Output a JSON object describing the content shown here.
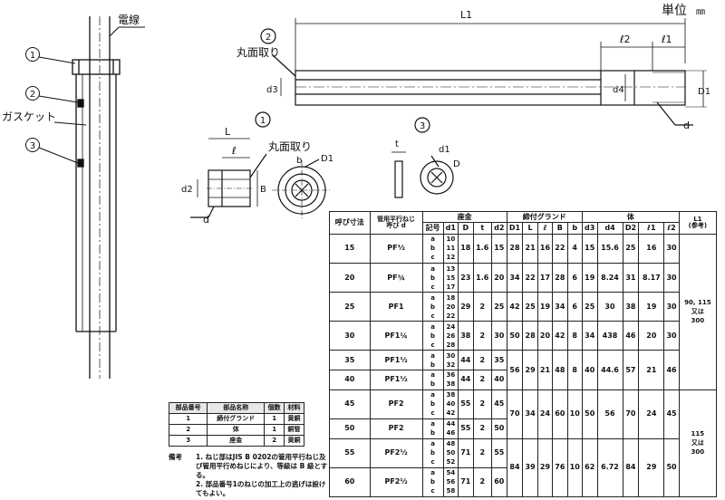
{
  "header": {
    "unit_label": "単位",
    "unit_value": "㎜"
  },
  "callouts": {
    "wire": "電線",
    "gasket": "ガスケット",
    "chamfer": "丸面取り",
    "c1": "1",
    "c2": "2",
    "c3": "3"
  },
  "dims": {
    "L1": "L1",
    "l2": "ℓ2",
    "l1": "ℓ1",
    "d3": "d3",
    "d4": "d4",
    "D1": "D1",
    "d": "d",
    "L": "L",
    "l": "ℓ",
    "d2": "d2",
    "B": "B",
    "b": "b",
    "t": "t",
    "D": "D",
    "di": "d1"
  },
  "spec_table": {
    "headers": {
      "nominal": "呼び寸法",
      "pipe_thread": "管用平行ねじ",
      "pipe_thread_sub": "呼び d",
      "packing": "座金",
      "gland": "締付グランド",
      "body": "体",
      "mark": "記号",
      "d1": "d1",
      "D": "D",
      "t": "t",
      "d2": "d2",
      "D1": "D1",
      "L": "L",
      "l": "ℓ",
      "B": "B",
      "b": "b",
      "d3": "d3",
      "d4": "d4",
      "D2": "D2",
      "l1": "ℓ1",
      "l2": "ℓ2",
      "L1": "L1",
      "L1_sub": "(参考)"
    },
    "rows": [
      {
        "size": "15",
        "thread": "PF½",
        "marks": "a\nb\nc",
        "d1": "10\n11\n12",
        "D": "18",
        "t": "1.6",
        "d2": "15",
        "D1": "28",
        "L": "21",
        "l": "16",
        "B": "22",
        "b": "4",
        "d3": "15",
        "d4": "15.6",
        "D2": "25",
        "l1": "16",
        "l2": "30"
      },
      {
        "size": "20",
        "thread": "PF¾",
        "marks": "a\nb\nc",
        "d1": "13\n15\n17",
        "D": "23",
        "t": "1.6",
        "d2": "20",
        "D1": "34",
        "L": "22",
        "l": "17",
        "B": "28",
        "b": "6",
        "d3": "19",
        "d4": "8.24",
        "D2": "31",
        "l1": "8.17",
        "l2": "30"
      },
      {
        "size": "25",
        "thread": "PF1",
        "marks": "a\nb\nc",
        "d1": "18\n20\n22",
        "D": "29",
        "t": "2",
        "d2": "25",
        "D1": "42",
        "L": "25",
        "l": "19",
        "B": "34",
        "b": "6",
        "d3": "25",
        "d4": "30",
        "D2": "38",
        "l1": "19",
        "l2": "30"
      },
      {
        "size": "30",
        "thread": "PF1¼",
        "marks": "a\nb\nc",
        "d1": "24\n26\n28",
        "D": "38",
        "t": "2",
        "d2": "30",
        "D1": "50",
        "L": "28",
        "l": "20",
        "B": "42",
        "b": "8",
        "d3": "34",
        "d4": "438",
        "D2": "46",
        "l1": "20",
        "l2": "30"
      },
      {
        "size": "35",
        "thread": "PF1½",
        "marks": "a\nb",
        "d1": "30\n32",
        "D": "44",
        "t": "2",
        "d2": "35",
        "D1": "56",
        "L": "29",
        "l": "21",
        "B": "48",
        "b": "8",
        "d3": "40",
        "d4": "44.6",
        "D2": "57",
        "l1": "21",
        "l2": "46"
      },
      {
        "size": "40",
        "thread": "PF1½",
        "marks": "a\nb",
        "d1": "36\n38",
        "D": "44",
        "t": "2",
        "d2": "40",
        "D1": "",
        "L": "",
        "l": "",
        "B": "",
        "b": "",
        "d3": "",
        "d4": "",
        "D2": "",
        "l1": "",
        "l2": ""
      },
      {
        "size": "45",
        "thread": "PF2",
        "marks": "a\nb\nc",
        "d1": "38\n40\n42",
        "D": "55",
        "t": "2",
        "d2": "45",
        "D1": "70",
        "L": "34",
        "l": "24",
        "B": "60",
        "b": "10",
        "d3": "50",
        "d4": "56",
        "D2": "70",
        "l1": "24",
        "l2": "45"
      },
      {
        "size": "50",
        "thread": "PF2",
        "marks": "a\nb",
        "d1": "44\n46",
        "D": "55",
        "t": "2",
        "d2": "50",
        "D1": "",
        "L": "",
        "l": "",
        "B": "",
        "b": "",
        "d3": "",
        "d4": "",
        "D2": "",
        "l1": "",
        "l2": ""
      },
      {
        "size": "55",
        "thread": "PF2½",
        "marks": "a\nb\nc",
        "d1": "48\n50\n52",
        "D": "71",
        "t": "2",
        "d2": "55",
        "D1": "84",
        "L": "39",
        "l": "29",
        "B": "76",
        "b": "10",
        "d3": "62",
        "d4": "6.72",
        "D2": "84",
        "l1": "29",
        "l2": "50"
      },
      {
        "size": "60",
        "thread": "PF2½",
        "marks": "a\nb\nc",
        "d1": "54\n56\n58",
        "D": "71",
        "t": "2",
        "d2": "60",
        "D1": "",
        "L": "",
        "l": "",
        "B": "",
        "b": "",
        "d3": "",
        "d4": "",
        "D2": "",
        "l1": "",
        "l2": ""
      }
    ],
    "L1_group1": "90, 115\n又は\n300",
    "L1_group2": "115\n又は\n300"
  },
  "parts_table": {
    "headers": [
      "部品番号",
      "部品名称",
      "個数",
      "材料"
    ],
    "rows": [
      [
        "1",
        "締付グランド",
        "1",
        "黄銅"
      ],
      [
        "2",
        "体",
        "1",
        "銅管"
      ],
      [
        "3",
        "座金",
        "2",
        "黄銅"
      ]
    ]
  },
  "notes": {
    "label": "備考",
    "item1": "1. ねじ部はJIS B 0202の管用平行ねじ及び管用平行めねじにより、等級は B 級とする。",
    "item2": "2. 部品番号1のねじの加工上の逃げは設けてもよい。"
  }
}
